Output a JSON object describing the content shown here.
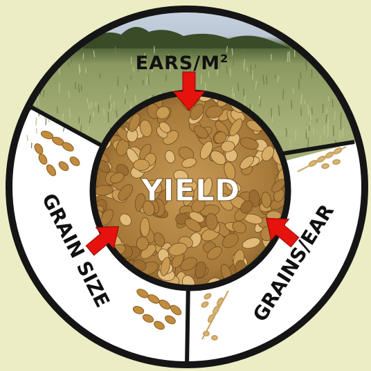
{
  "diagram": {
    "center_label": "YIELD",
    "segments": [
      {
        "id": "ears",
        "label_main": "EARS/M",
        "label_sup": "2"
      },
      {
        "id": "grain-size",
        "label": "GRAIN SIZE"
      },
      {
        "id": "grains-per-ear",
        "label": "GRAINS/EAR"
      }
    ],
    "colors": {
      "background": "#ecedc4",
      "ring_outline": "#151515",
      "arrow": "#e5120e",
      "segment_white": "#ffffff",
      "field_green": "#8e9b6b",
      "sky": "#c9d3e2",
      "grain": "#b98a46"
    }
  }
}
